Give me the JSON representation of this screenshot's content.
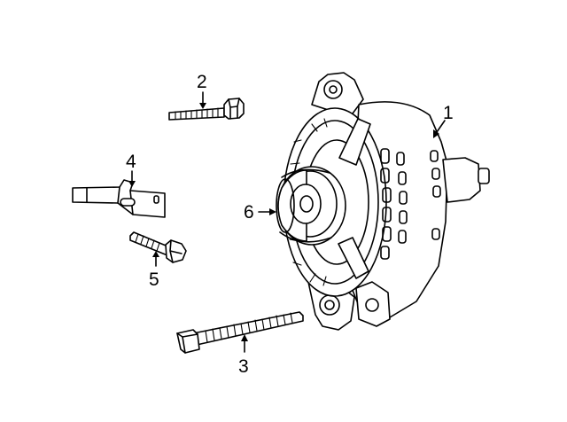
{
  "callouts": [
    {
      "id": "1",
      "text": "1",
      "part": "alternator"
    },
    {
      "id": "2",
      "text": "2",
      "part": "upper-bolt"
    },
    {
      "id": "3",
      "text": "3",
      "part": "long-bolt"
    },
    {
      "id": "4",
      "text": "4",
      "part": "bracket"
    },
    {
      "id": "5",
      "text": "5",
      "part": "lower-bolt"
    },
    {
      "id": "6",
      "text": "6",
      "part": "pulley"
    }
  ]
}
